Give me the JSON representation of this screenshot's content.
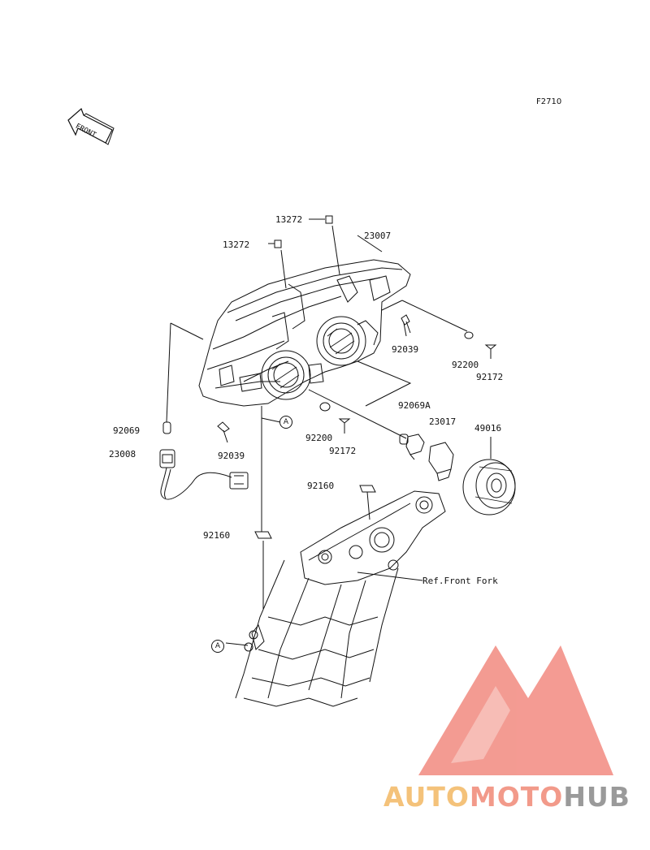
{
  "figure_code": "F2710",
  "front_label": "FRONT",
  "reference_label": "Ref.Front Fork",
  "callout_letter": "A",
  "watermark": {
    "part1": "AUTO",
    "part2": "MOTO",
    "part3": "HUB",
    "colors": {
      "part1": "#f4c27a",
      "part2": "#f29a8a",
      "part3": "#9a9a9a",
      "logo": "#f28a80"
    }
  },
  "part_labels": [
    {
      "id": "13272_a",
      "number": "13272"
    },
    {
      "id": "13272_b",
      "number": "13272"
    },
    {
      "id": "23007",
      "number": "23007"
    },
    {
      "id": "92039_a",
      "number": "92039"
    },
    {
      "id": "92200_a",
      "number": "92200"
    },
    {
      "id": "92172_a",
      "number": "92172"
    },
    {
      "id": "92069A",
      "number": "92069A"
    },
    {
      "id": "23017",
      "number": "23017"
    },
    {
      "id": "49016",
      "number": "49016"
    },
    {
      "id": "92069",
      "number": "92069"
    },
    {
      "id": "23008",
      "number": "23008"
    },
    {
      "id": "92039_b",
      "number": "92039"
    },
    {
      "id": "92200_b",
      "number": "92200"
    },
    {
      "id": "92172_b",
      "number": "92172"
    },
    {
      "id": "92160_a",
      "number": "92160"
    },
    {
      "id": "92160_b",
      "number": "92160"
    }
  ]
}
